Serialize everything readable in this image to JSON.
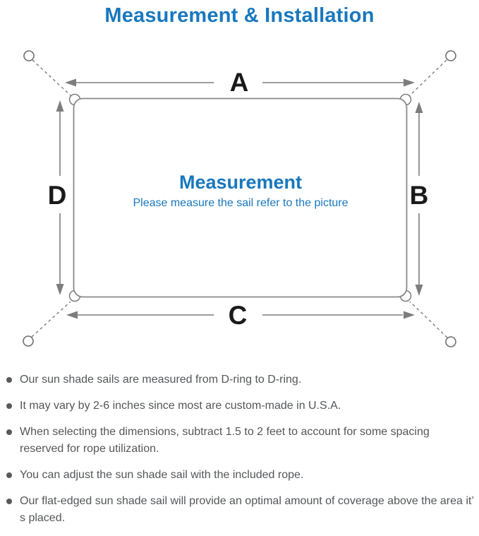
{
  "title": "Measurement & Installation",
  "colors": {
    "accent_blue": "#1878bd",
    "diagram_line_gray": "#7d7d7d",
    "sail_border_gray": "#8a8a8a",
    "note_text_gray": "#545659",
    "dim_label_black": "#1a1a1a"
  },
  "diagram": {
    "labels": {
      "top": "A",
      "right": "B",
      "bottom": "C",
      "left": "D"
    },
    "center_title": "Measurement",
    "center_subtitle": "Please measure the sail refer to the picture"
  },
  "notes": [
    {
      "text": "Our sun shade sails are measured from D-ring to D-ring."
    },
    {
      "text": "It may vary by 2-6 inches since most are custom-made in U.S.A."
    },
    {
      "text": "When selecting the dimensions, subtract 1.5 to 2 feet to account for some spacing reserved for rope utilization."
    },
    {
      "text": "You can adjust the sun shade sail with the included rope."
    },
    {
      "text": "Our flat-edged sun shade sail will provide an optimal amount of coverage above the area it’ s placed."
    }
  ]
}
